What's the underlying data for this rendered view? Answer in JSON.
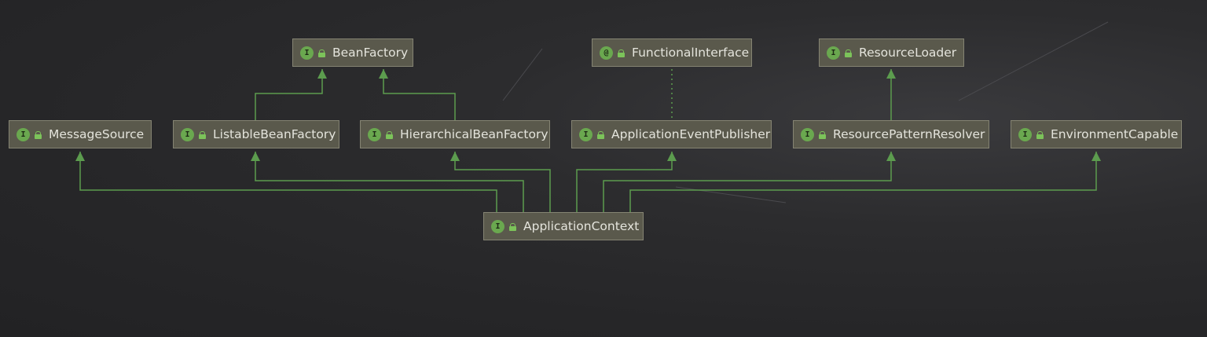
{
  "diagram": {
    "colors": {
      "edge": "#5c9c4e",
      "node_fill": "#5a594c",
      "node_border": "#858473",
      "badge": "#6aa84f",
      "text": "#e4e4dc"
    },
    "nodes": [
      {
        "id": "BeanFactory",
        "label": "BeanFactory",
        "badge": "I",
        "icon": "interface-icon"
      },
      {
        "id": "FunctionalInterface",
        "label": "FunctionalInterface",
        "badge": "@",
        "icon": "annotation-icon"
      },
      {
        "id": "ResourceLoader",
        "label": "ResourceLoader",
        "badge": "I",
        "icon": "interface-icon"
      },
      {
        "id": "MessageSource",
        "label": "MessageSource",
        "badge": "I",
        "icon": "interface-icon"
      },
      {
        "id": "ListableBeanFactory",
        "label": "ListableBeanFactory",
        "badge": "I",
        "icon": "interface-icon"
      },
      {
        "id": "HierarchicalBeanFactory",
        "label": "HierarchicalBeanFactory",
        "badge": "I",
        "icon": "interface-icon"
      },
      {
        "id": "ApplicationEventPublisher",
        "label": "ApplicationEventPublisher",
        "badge": "I",
        "icon": "interface-icon"
      },
      {
        "id": "ResourcePatternResolver",
        "label": "ResourcePatternResolver",
        "badge": "I",
        "icon": "interface-icon"
      },
      {
        "id": "EnvironmentCapable",
        "label": "EnvironmentCapable",
        "badge": "I",
        "icon": "interface-icon"
      },
      {
        "id": "ApplicationContext",
        "label": "ApplicationContext",
        "badge": "I",
        "icon": "interface-icon"
      }
    ],
    "edges": [
      {
        "from": "ListableBeanFactory",
        "to": "BeanFactory",
        "kind": "extends"
      },
      {
        "from": "HierarchicalBeanFactory",
        "to": "BeanFactory",
        "kind": "extends"
      },
      {
        "from": "ResourcePatternResolver",
        "to": "ResourceLoader",
        "kind": "extends"
      },
      {
        "from": "ApplicationEventPublisher",
        "to": "FunctionalInterface",
        "kind": "annotated"
      },
      {
        "from": "ApplicationContext",
        "to": "MessageSource",
        "kind": "extends"
      },
      {
        "from": "ApplicationContext",
        "to": "ListableBeanFactory",
        "kind": "extends"
      },
      {
        "from": "ApplicationContext",
        "to": "HierarchicalBeanFactory",
        "kind": "extends"
      },
      {
        "from": "ApplicationContext",
        "to": "ApplicationEventPublisher",
        "kind": "extends"
      },
      {
        "from": "ApplicationContext",
        "to": "ResourcePatternResolver",
        "kind": "extends"
      },
      {
        "from": "ApplicationContext",
        "to": "EnvironmentCapable",
        "kind": "extends"
      }
    ]
  }
}
